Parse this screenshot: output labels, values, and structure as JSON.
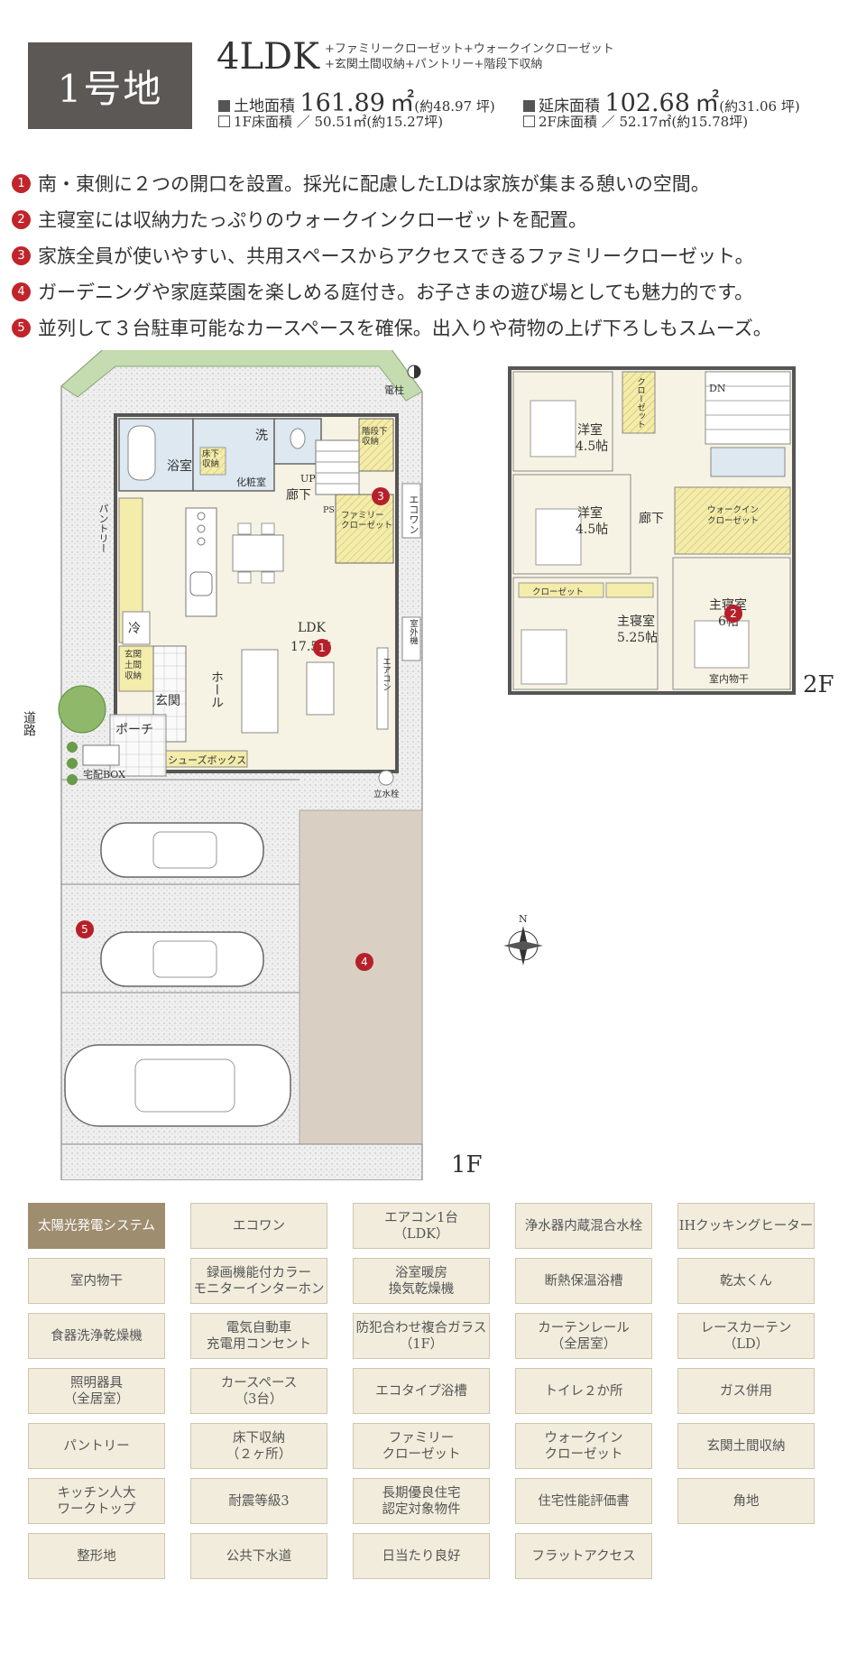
{
  "header": {
    "lot_label": "1号地",
    "layout": "4LDK",
    "extras_line1": "+ファミリークローゼット+ウォークインクローゼット",
    "extras_line2": "+玄関土間収納+パントリー+階段下収納",
    "land_label": "土地面積",
    "land_value": "161.89",
    "land_unit": "㎡",
    "land_tsubo": "(約48.97 坪)",
    "floor_label": "延床面積",
    "floor_value": "102.68",
    "floor_unit": "㎡",
    "floor_tsubo": "(約31.06 坪)",
    "f1_area": "1F床面積 ／ 50.51㎡(約15.27坪)",
    "f2_area": "2F床面積 ／ 52.17㎡(約15.78坪)"
  },
  "features": [
    {
      "n": "1",
      "text": "南・東側に２つの開口を設置。採光に配慮したLDは家族が集まる憩いの空間。"
    },
    {
      "n": "2",
      "text": "主寝室には収納力たっぷりのウォークインクローゼットを配置。"
    },
    {
      "n": "3",
      "text": "家族全員が使いやすい、共用スペースからアクセスできるファミリークローゼット。"
    },
    {
      "n": "4",
      "text": "ガーデニングや家庭菜園を楽しめる庭付き。お子さまの遊び場としても魅力的です。"
    },
    {
      "n": "5",
      "text": "並列して３台駐車可能なカースペースを確保。出入りや荷物の上げ下ろしもスムーズ。"
    }
  ],
  "plan1f": {
    "pole": "電柱",
    "bath": "浴室",
    "wash": "洗",
    "underfloor": "床下\n収納",
    "vanity": "化粧室",
    "stair_storage": "階段下\n収納",
    "up": "UP",
    "hall": "廊下",
    "ps": "PS",
    "family_closet": "ファミリー\nクローゼット",
    "ecowan": "エコワン",
    "pantry": "パントリー",
    "ldk": "LDK",
    "ldk_size": "17.5帖",
    "fridge": "冷",
    "aircon": "エアコン",
    "outdoor_unit": "室外機",
    "genkan_storage": "玄関\n土間\n収納",
    "genkan": "玄関",
    "hoole": "ホール",
    "porch": "ポーチ",
    "shoebox": "シューズボックス",
    "delivery_box": "宅配BOX",
    "road": "道路",
    "faucet": "立水栓",
    "floor": "1F"
  },
  "plan2f": {
    "closet": "クローゼット",
    "room1": "洋室",
    "room1_size": "4.5帖",
    "room2": "洋室",
    "room2_size": "4.5帖",
    "dn": "DN",
    "corridor": "廊下",
    "wic": "ウォークイン\nクローゼット",
    "closet_small": "クローゼット",
    "master1": "主寝室",
    "master1_size": "5.25帖",
    "master2": "主寝室",
    "master2_size": "6帖",
    "indoor_dry": "室内物干",
    "floor": "2F"
  },
  "compass": "N",
  "specs": [
    "太陽光発電システム",
    "エコワン",
    "エアコン1台\n（LDK）",
    "浄水器内蔵混合水栓",
    "IHクッキングヒーター",
    "室内物干",
    "録画機能付カラー\nモニターインターホン",
    "浴室暖房\n換気乾燥機",
    "断熱保温浴槽",
    "乾太くん",
    "食器洗浄乾燥機",
    "電気自動車\n充電用コンセント",
    "防犯合わせ複合ガラス\n（1F）",
    "カーテンレール\n（全居室）",
    "レースカーテン\n（LD）",
    "照明器具\n（全居室）",
    "カースペース\n（3台）",
    "エコタイプ浴槽",
    "トイレ２か所",
    "ガス併用",
    "パントリー",
    "床下収納\n（２ヶ所）",
    "ファミリー\nクローゼット",
    "ウォークイン\nクローゼット",
    "玄関土間収納",
    "キッチン人大\nワークトップ",
    "耐震等級3",
    "長期優良住宅\n認定対象物件",
    "住宅性能評価書",
    "角地",
    "整形地",
    "公共下水道",
    "日当たり良好",
    "フラットアクセス"
  ],
  "spec_highlight_index": 0,
  "colors": {
    "badge": "#5b5856",
    "pin": "#b6202a",
    "spec_bg": "#f1ecdc",
    "spec_highlight": "#9e8d6f",
    "garden": "#d9d0c3",
    "green": "#c5dbb0",
    "room": "#f7f3e4",
    "storage": "#f3ecaa"
  }
}
